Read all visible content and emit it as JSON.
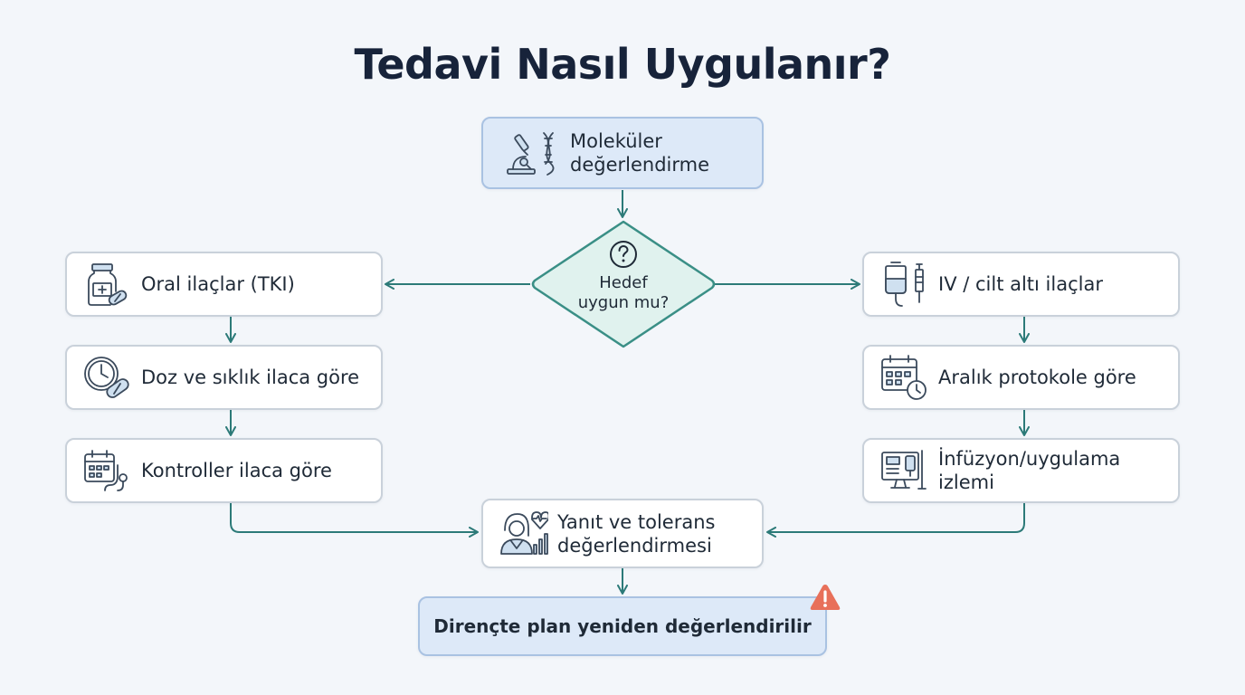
{
  "title": "Tedavi Nasıl Uygulanır?",
  "nodes": {
    "molecular": {
      "line1": "Moleküler",
      "line2": "değerlendirme"
    },
    "decision": {
      "line1": "Hedef",
      "line2": "uygun mu?"
    },
    "oral": {
      "label": "Oral ilaçlar (TKI)"
    },
    "dose": {
      "label": "Doz ve sıklık ilaca göre"
    },
    "controls": {
      "label": "Kontroller ilaca göre"
    },
    "iv": {
      "label": "IV / cilt altı ilaçlar"
    },
    "interval": {
      "label": "Aralık protokole göre"
    },
    "infusion": {
      "line1": "İnfüzyon/uygulama",
      "line2": "izlemi"
    },
    "response": {
      "line1": "Yanıt ve tolerans",
      "line2": "değerlendirmesi"
    },
    "resistance": {
      "label": "Dirençte plan yeniden değerlendirilir"
    }
  },
  "colors": {
    "arrow": "#2c7a78",
    "icon": "#3b4a5c",
    "icon_fill": "#cfe0f0",
    "decision_fill": "#e0f2ee",
    "decision_stroke": "#3a8f86",
    "warning": "#e8705a"
  },
  "icons": {
    "molecular": [
      "microscope-icon",
      "dna-icon"
    ],
    "decision": "question-icon",
    "oral": "pill-bottle-icon",
    "dose": "clock-pill-icon",
    "controls": "calendar-stethoscope-icon",
    "iv": "iv-bag-syringe-icon",
    "interval": "calendar-clock-icon",
    "infusion": "monitor-iv-icon",
    "response": "patient-heart-chart-icon",
    "resistance": "warning-icon"
  }
}
